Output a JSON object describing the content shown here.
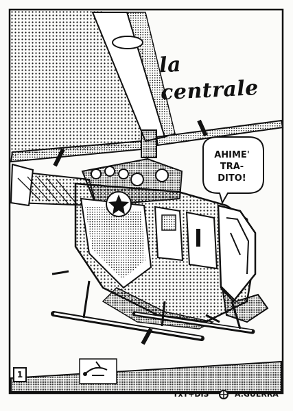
{
  "comic": {
    "title": "la centrale",
    "speech_bubble": "AHIME'\nTRA-\nDITO!",
    "page_number": "1",
    "credits": {
      "role": "TxT+DIS",
      "author": "A.GUERRA"
    }
  }
}
